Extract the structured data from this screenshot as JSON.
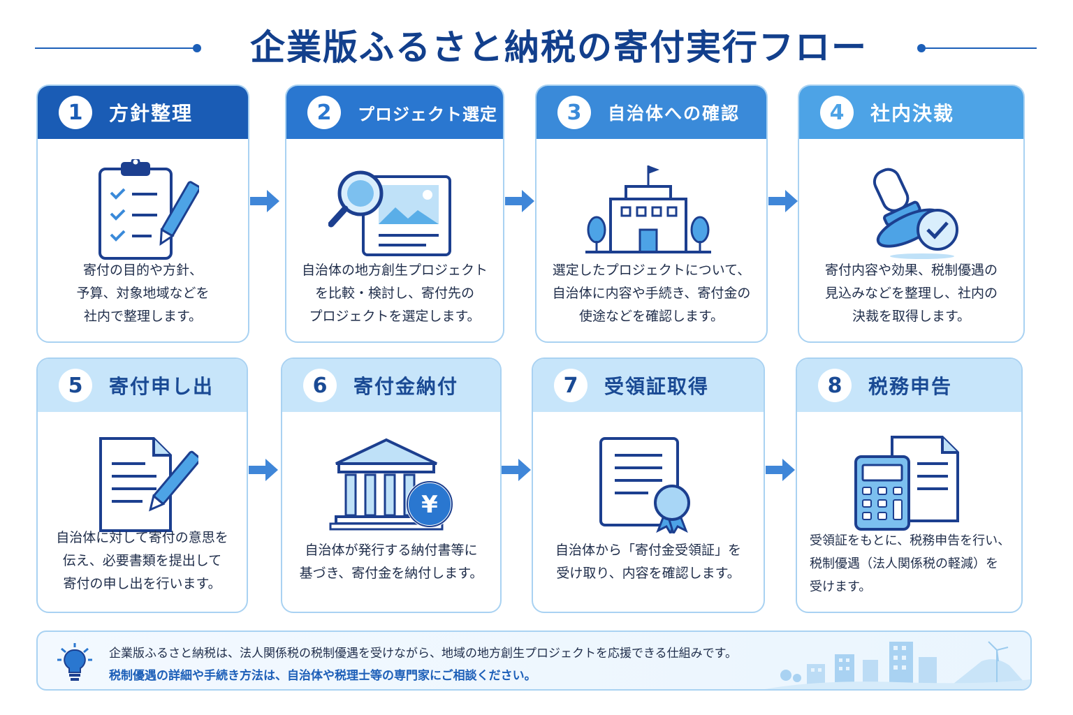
{
  "title": "企業版ふるさと納税の寄付実行フロー",
  "steps": [
    {
      "num": "1",
      "title": "方針整理",
      "text": [
        "寄付の目的や方針、",
        "予算、対象地域などを",
        "社内で整理します。"
      ],
      "icon": "clipboard-checklist-icon"
    },
    {
      "num": "2",
      "title": "プロジェクト選定",
      "text": [
        "自治体の地方創生プロジェクト",
        "を比較・検討し、寄付先の",
        "プロジェクトを選定します。"
      ],
      "icon": "magnifier-document-icon"
    },
    {
      "num": "3",
      "title": "自治体への確認",
      "text": [
        "選定したプロジェクトについて、",
        "自治体に内容や手続き、寄付金の",
        "使途などを確認します。"
      ],
      "icon": "city-hall-icon"
    },
    {
      "num": "4",
      "title": "社内決裁",
      "text": [
        "寄付内容や効果、税制優遇の",
        "見込みなどを整理し、社内の",
        "決裁を取得します。"
      ],
      "icon": "stamp-approval-icon"
    },
    {
      "num": "5",
      "title": "寄付申し出",
      "text": [
        "自治体に対して寄付の意思を",
        "伝え、必要書類を提出して",
        "寄付の申し出を行います。"
      ],
      "icon": "document-pen-icon"
    },
    {
      "num": "6",
      "title": "寄付金納付",
      "text": [
        "自治体が発行する納付書等に",
        "基づき、寄付金を納付します。"
      ],
      "icon": "bank-yen-icon"
    },
    {
      "num": "7",
      "title": "受領証取得",
      "text": [
        "自治体から「寄付金受領証」を",
        "受け取り、内容を確認します。"
      ],
      "icon": "certificate-icon"
    },
    {
      "num": "8",
      "title": "税務申告",
      "text": [
        "受領証をもとに、税務申告を行い、",
        "税制優遇（法人関係税の軽減）を",
        "受けます。"
      ],
      "icon": "calculator-document-icon"
    }
  ],
  "note": {
    "line1": "企業版ふるさと納税は、法人関係税の税制優遇を受けながら、地域の地方創生プロジェクトを応援できる仕組みです。",
    "line2": "税制優遇の詳細や手続き方法は、自治体や税理士等の専門家にご相談ください。",
    "icon": "lightbulb-icon"
  },
  "colors": {
    "title": "#123f8c",
    "accent": "#1c5fb8",
    "card_border": "#a9d2f2",
    "header_light": "#c7e5fa",
    "icon_stroke": "#1c3f8f",
    "icon_fill": "#7cc0ef",
    "arrow": "#3f86d8"
  }
}
